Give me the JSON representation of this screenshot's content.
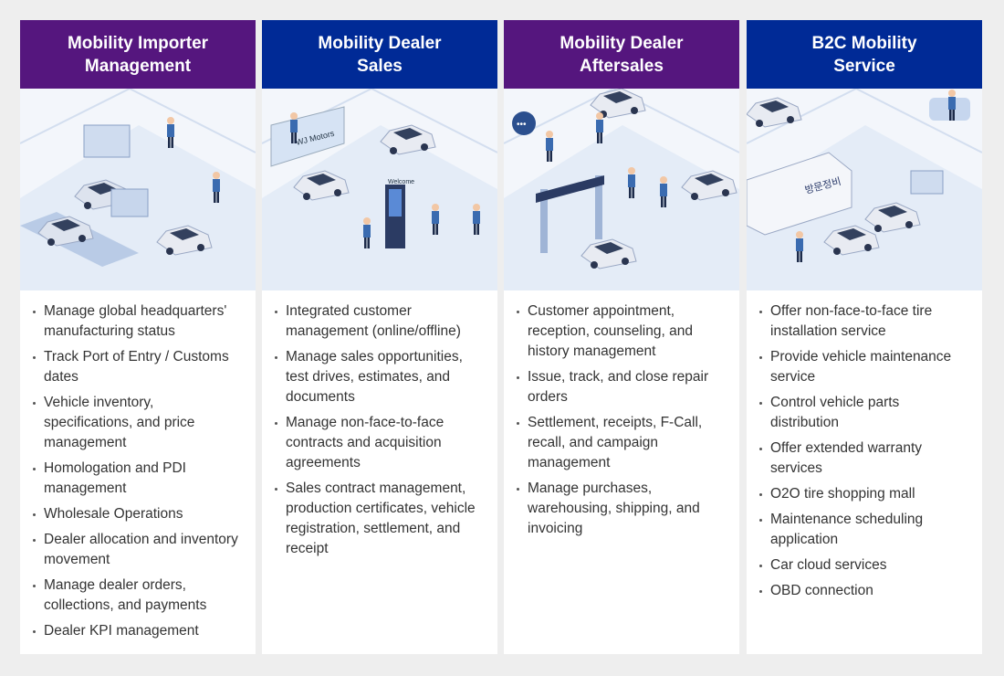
{
  "colors": {
    "purple": "#55167e",
    "blue": "#002a96"
  },
  "columns": [
    {
      "title_lines": [
        "Mobility Importer",
        "Management"
      ],
      "color": "#55167e",
      "illustration": "importer-logistics-illustration",
      "items": [
        "Manage global headquarters' manufacturing status",
        "Track Port of Entry / Customs dates",
        "Vehicle inventory, specifications, and price management",
        "Homologation and PDI management",
        "Wholesale Operations",
        "Dealer allocation and inventory movement",
        "Manage dealer orders, collections, and payments",
        "Dealer KPI management"
      ]
    },
    {
      "title_lines": [
        "Mobility Dealer",
        "Sales"
      ],
      "color": "#002a96",
      "illustration": "dealer-showroom-illustration",
      "sign": "WJ Motors",
      "kiosk": "Welcome",
      "items": [
        "Integrated customer management (online/offline)",
        "Manage sales opportunities, test drives, estimates, and documents",
        "Manage non-face-to-face contracts and acquisition agreements",
        "Sales contract management, production certificates, vehicle registration, settlement, and receipt"
      ]
    },
    {
      "title_lines": [
        "Mobility Dealer",
        "Aftersales"
      ],
      "color": "#55167e",
      "illustration": "service-center-illustration",
      "items": [
        "Customer appointment, reception, counseling, and history management",
        "Issue, track, and close repair orders",
        "Settlement, receipts, F-Call, recall, and campaign management",
        "Manage purchases, warehousing, shipping, and invoicing"
      ]
    },
    {
      "title_lines": [
        "B2C Mobility",
        "Service"
      ],
      "color": "#002a96",
      "illustration": "mobile-service-illustration",
      "van_label": "방문정비",
      "items": [
        "Offer non-face-to-face tire installation service",
        "Provide vehicle maintenance service",
        "Control vehicle parts distribution",
        "Offer extended warranty services",
        "O2O tire shopping mall",
        "Maintenance scheduling application",
        "Car cloud services",
        "OBD connection"
      ]
    }
  ]
}
